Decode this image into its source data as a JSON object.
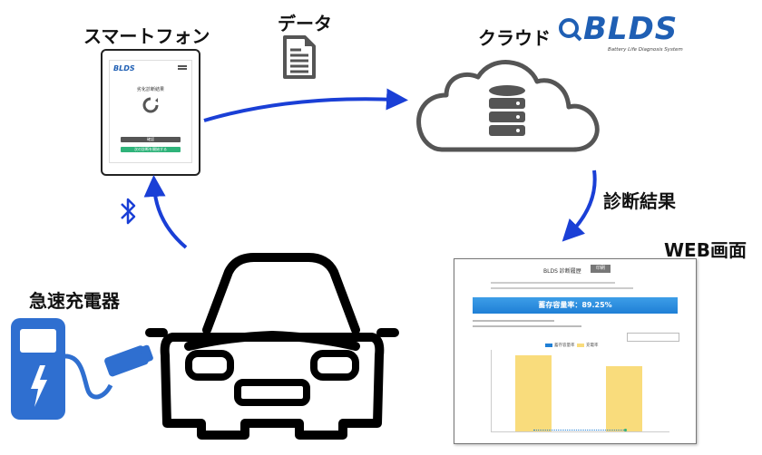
{
  "labels": {
    "smartphone": "スマートフォン",
    "data": "データ",
    "cloud": "クラウド",
    "diagnosis_result": "診断結果",
    "web_screen": "WEB画面",
    "charger": "急速充電器"
  },
  "brand": {
    "logo_text": "BLDS",
    "tagline": "Battery Life Diagnosis System",
    "color": "#1f5fb4"
  },
  "phone_screen": {
    "logo": "BLDS",
    "title": "劣化診断結果",
    "btn1": "確認",
    "btn2": "次の診断を開始する"
  },
  "web_screen": {
    "header": "BLDS 診断履歴",
    "header_btn": "印刷",
    "summary_bar": "蓄存容量率：89.25%",
    "legend_a": "蓄存容量率",
    "legend_b": "充電率"
  },
  "colors": {
    "arrow": "#1a3fd6",
    "charger_blue": "#2f6fd0",
    "bar_yellow": "#f9dc7c"
  },
  "icons": [
    "document-icon",
    "cloud-icon",
    "database-icon",
    "bluetooth-icon",
    "car-icon",
    "charger-icon",
    "lightning-icon"
  ]
}
